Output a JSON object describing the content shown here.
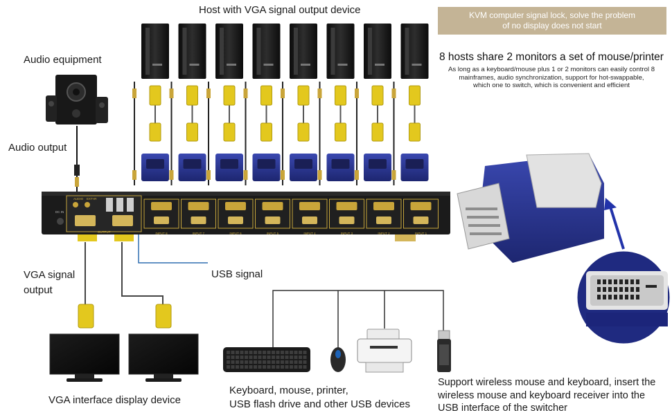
{
  "labels": {
    "host_title": "Host with VGA signal output device",
    "audio_equipment": "Audio equipment",
    "audio_output": "Audio output",
    "vga_signal_output": [
      "VGA signal",
      "output"
    ],
    "usb_signal": "USB signal",
    "vga_display": "VGA interface display device",
    "usb_devices": [
      "Keyboard, mouse, printer,",
      "USB flash drive and other USB devices"
    ],
    "wireless_note": [
      "Support wireless mouse and keyboard, insert the",
      "wireless mouse and keyboard receiver into the",
      "USB interface of the switcher"
    ]
  },
  "banner": [
    "KVM computer signal lock, solve the problem",
    "of no display does not start"
  ],
  "headline": "8 hosts share 2 monitors a set of mouse/printer",
  "subtext": [
    "As long as a keyboard/mouse plus 1 or 2 monitors can easily control 8",
    "mainframes, audio synchronization, support for hot-swappable,",
    "which one to switch, which is convenient and efficient"
  ],
  "switch": {
    "panel_labels": [
      "AUDIO",
      "EXT-IR"
    ],
    "input_labels": [
      "INPUT 8",
      "INPUT 7",
      "INPUT 6",
      "INPUT 5",
      "INPUT 4",
      "INPUT 3",
      "INPUT 2",
      "INPUT 1"
    ],
    "dc_label": "DC IN",
    "out_label": "OUTPUT"
  },
  "host_count": 8,
  "colors": {
    "banner": "#c4b496",
    "vga_connector": "#e3c81e",
    "adapter_blue": "#27338f",
    "usb_line": "#2f6fb0",
    "switch_body": "#1b1b1b"
  }
}
